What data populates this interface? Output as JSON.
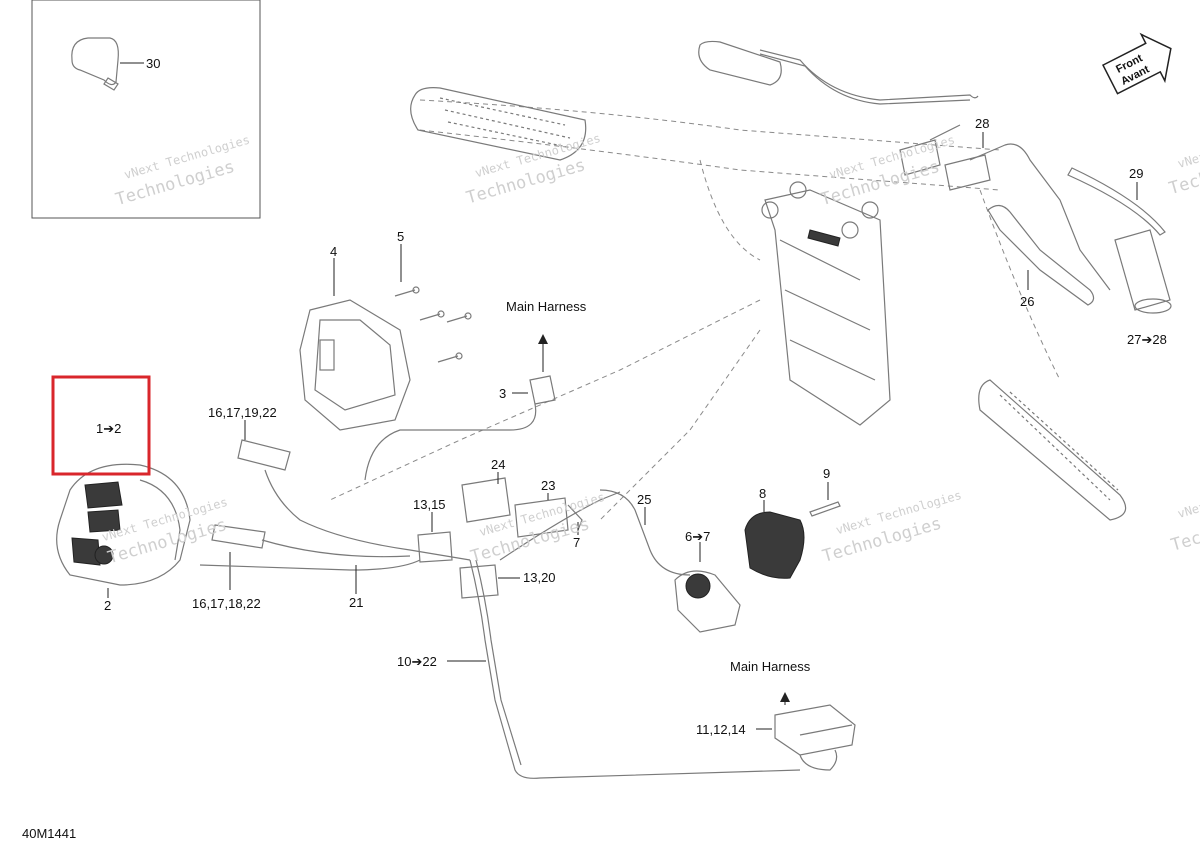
{
  "diagram": {
    "code": "40M1441",
    "direction_badge": {
      "line1": "Front",
      "line2": "Avant"
    },
    "notes": {
      "main_harness_top": "Main Harness",
      "main_harness_bottom": "Main Harness"
    },
    "watermark": {
      "line1": "vNext Technologies",
      "line2": "Technologies"
    },
    "highlight": {
      "label": "1➔2",
      "color": "#d9262b"
    },
    "callouts": [
      {
        "id": "c30",
        "text": "30"
      },
      {
        "id": "c28",
        "text": "28"
      },
      {
        "id": "c29",
        "text": "29"
      },
      {
        "id": "c26",
        "text": "26"
      },
      {
        "id": "c27",
        "text": "27➔28"
      },
      {
        "id": "c4",
        "text": "4"
      },
      {
        "id": "c5",
        "text": "5"
      },
      {
        "id": "c3",
        "text": "3"
      },
      {
        "id": "c16a",
        "text": "16,17,19,22"
      },
      {
        "id": "c16b",
        "text": "16,17,18,22"
      },
      {
        "id": "c2",
        "text": "2"
      },
      {
        "id": "c21",
        "text": "21"
      },
      {
        "id": "c24",
        "text": "24"
      },
      {
        "id": "c23",
        "text": "23"
      },
      {
        "id": "c7",
        "text": "7"
      },
      {
        "id": "c13a",
        "text": "13,15"
      },
      {
        "id": "c13b",
        "text": "13,20"
      },
      {
        "id": "c25",
        "text": "25"
      },
      {
        "id": "c6",
        "text": "6➔7"
      },
      {
        "id": "c8",
        "text": "8"
      },
      {
        "id": "c9",
        "text": "9"
      },
      {
        "id": "c10",
        "text": "10➔22"
      },
      {
        "id": "c11",
        "text": "11,12,14"
      }
    ]
  }
}
